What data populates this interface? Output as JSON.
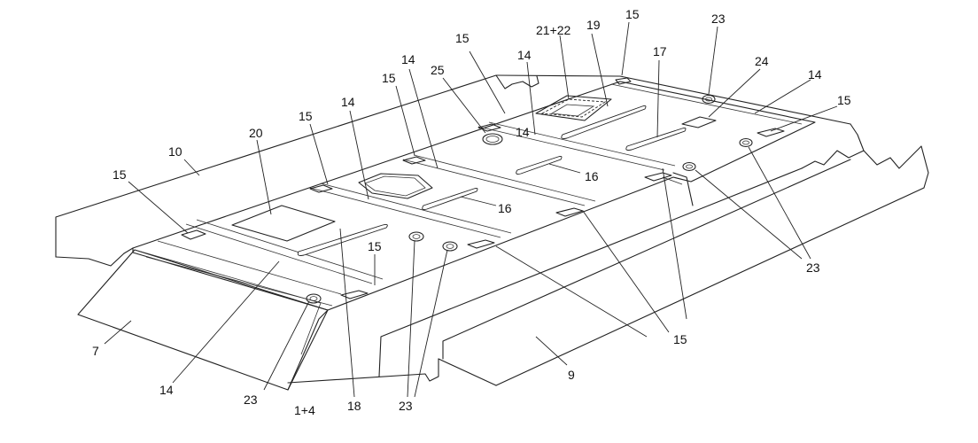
{
  "labels": {
    "l7": "7",
    "l9": "9",
    "l10": "10",
    "l14a": "14",
    "l14b": "14",
    "l14c": "14",
    "l14d": "14",
    "l14e": "14",
    "l14f": "14",
    "l15a": "15",
    "l15b": "15",
    "l15c": "15",
    "l15d": "15",
    "l15e": "15",
    "l15f": "15",
    "l15g": "15",
    "l15h": "15",
    "l16a": "16",
    "l16b": "16",
    "l17": "17",
    "l18": "18",
    "l19": "19",
    "l20": "20",
    "l2122": "21+22",
    "l23a": "23",
    "l23b": "23",
    "l23c": "23",
    "l23d": "23",
    "l24": "24",
    "l25": "25",
    "l14": "1+4"
  }
}
